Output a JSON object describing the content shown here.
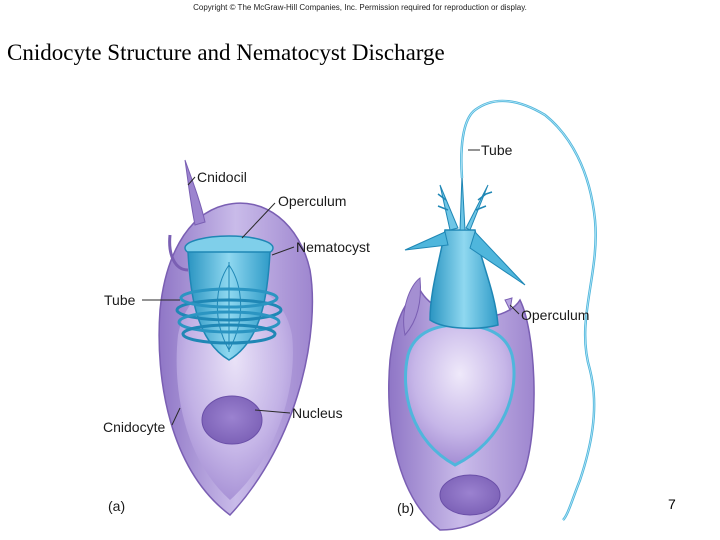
{
  "header": {
    "copyright": "Copyright © The McGraw-Hill Companies, Inc. Permission required for reproduction or display."
  },
  "title": "Cnidocyte Structure and Nematocyst Discharge",
  "labels": {
    "cnidocil": "Cnidocil",
    "operculum_a": "Operculum",
    "nematocyst": "Nematocyst",
    "tube_a": "Tube",
    "cnidocyte": "Cnidocyte",
    "nucleus": "Nucleus",
    "tube_b": "Tube",
    "operculum_b": "Operculum"
  },
  "panels": {
    "a": "(a)",
    "b": "(b)"
  },
  "page_number": "7",
  "colors": {
    "cell_body": "#a48fd2",
    "cell_light": "#d8cdef",
    "cell_dark": "#7a5fb3",
    "capsule": "#4fb6dc",
    "capsule_light": "#8fd6ee",
    "capsule_dark": "#1f87b5",
    "nucleus": "#8a70c4"
  }
}
